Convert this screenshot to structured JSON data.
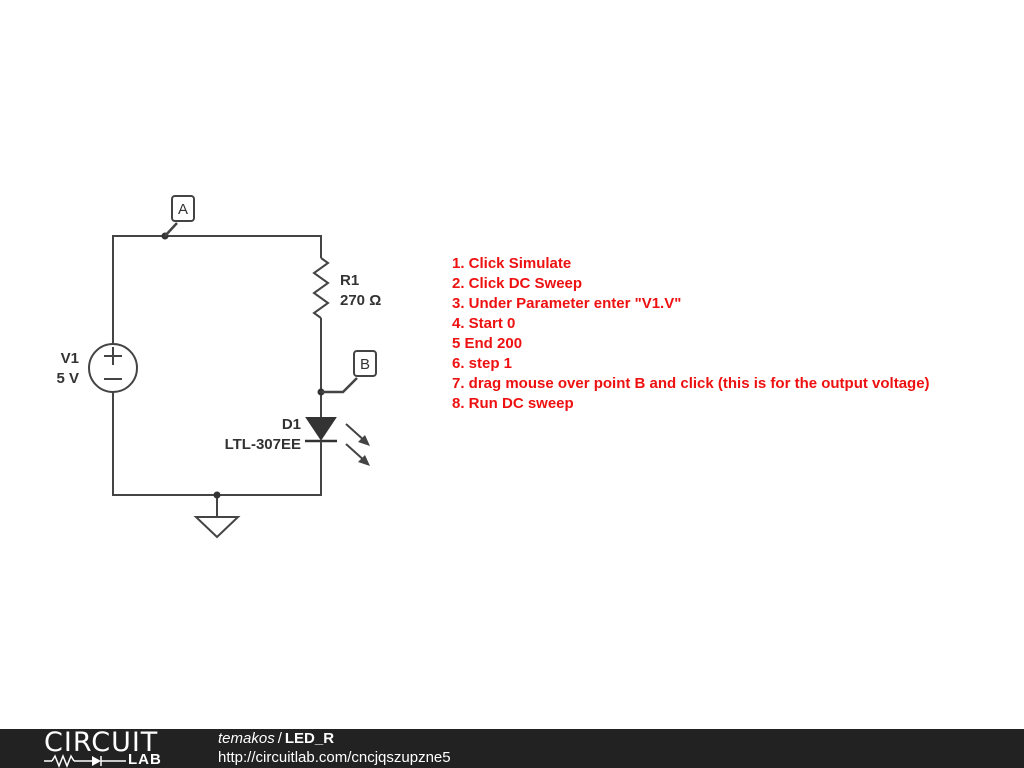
{
  "schematic": {
    "source": {
      "name": "V1",
      "value": "5 V",
      "plus_symbol": "+",
      "minus_symbol": "−"
    },
    "resistor": {
      "name": "R1",
      "value": "270 Ω"
    },
    "led": {
      "name": "D1",
      "part": "LTL-307EE"
    },
    "probes": {
      "a": "A",
      "b": "B"
    }
  },
  "instructions": [
    "1. Click Simulate",
    "2. Click DC Sweep",
    "3. Under Parameter enter \"V1.V\"",
    "4. Start 0",
    "5 End 200",
    "6. step 1",
    "7. drag mouse over point B and click (this is for the output voltage)",
    "8. Run DC sweep"
  ],
  "colors": {
    "instruction_text": "#ee1111",
    "wire": "#444444",
    "footer_bg": "#222222",
    "footer_text": "#ffffff"
  },
  "footer": {
    "logo_top": "CIRCUIT",
    "logo_bottom": "LAB",
    "author": "temakos",
    "separator": "/",
    "circuit_name": "LED_R",
    "url": "http://circuitlab.com/cncjqszupzne5"
  }
}
